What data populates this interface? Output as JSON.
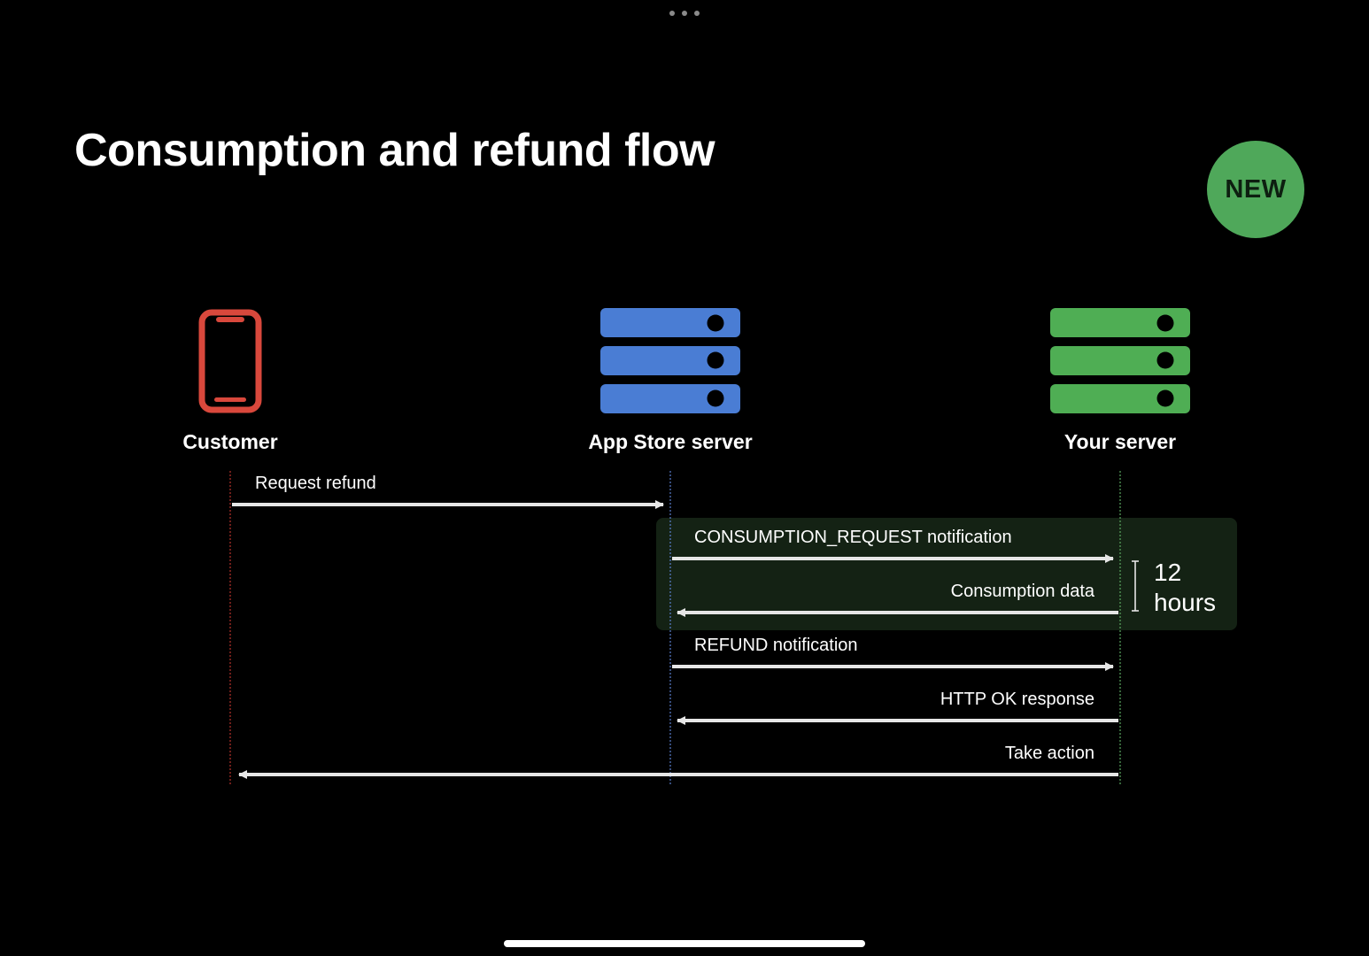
{
  "title": "Consumption and refund flow",
  "badge": "NEW",
  "colors": {
    "background": "#000000",
    "customer": "#d9483c",
    "app_store_server": "#4a7dd4",
    "your_server": "#4fae54",
    "badge": "#4fa85a",
    "window_panel": "#142214",
    "arrow": "#e6e6e6"
  },
  "actors": [
    {
      "id": "customer",
      "label": "Customer",
      "icon": "iphone-icon"
    },
    {
      "id": "app-store-server",
      "label": "App Store server",
      "icon": "server-stack-icon"
    },
    {
      "id": "your-server",
      "label": "Your server",
      "icon": "server-stack-icon"
    }
  ],
  "messages": [
    {
      "label": "Request refund",
      "from": "customer",
      "to": "app-store-server"
    },
    {
      "label": "CONSUMPTION_REQUEST notification",
      "from": "app-store-server",
      "to": "your-server"
    },
    {
      "label": "Consumption data",
      "from": "your-server",
      "to": "app-store-server"
    },
    {
      "label": "REFUND notification",
      "from": "app-store-server",
      "to": "your-server"
    },
    {
      "label": "HTTP OK response",
      "from": "your-server",
      "to": "app-store-server"
    },
    {
      "label": "Take action",
      "from": "your-server",
      "to": "customer"
    }
  ],
  "time_window": {
    "value": "12",
    "unit": "hours"
  }
}
